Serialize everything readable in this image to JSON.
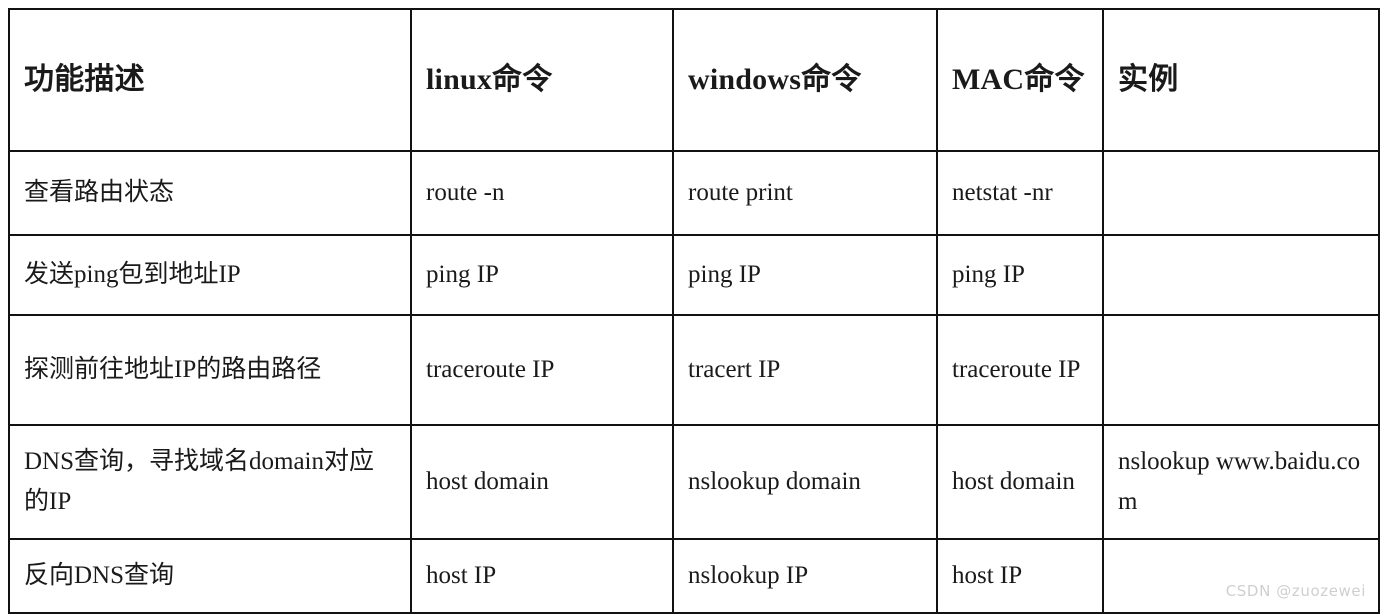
{
  "table": {
    "headers": [
      "功能描述",
      "linux命令",
      "windows命令",
      "MAC命令",
      "实例"
    ],
    "rows": [
      {
        "desc": "查看路由状态",
        "linux": "route -n",
        "windows": "route print",
        "mac": "netstat -nr",
        "example": ""
      },
      {
        "desc": "发送ping包到地址IP",
        "linux": "ping IP",
        "windows": "ping IP",
        "mac": "ping IP",
        "example": ""
      },
      {
        "desc": "探测前往地址IP的路由路径",
        "linux": "traceroute IP",
        "windows": "tracert IP",
        "mac": "traceroute IP",
        "example": ""
      },
      {
        "desc": "DNS查询，寻找域名domain对应的IP",
        "linux": "host domain",
        "windows": "nslookup domain",
        "mac": "host domain",
        "example": "nslookup www.baidu.com"
      },
      {
        "desc": "反向DNS查询",
        "linux": "host IP",
        "windows": "nslookup IP",
        "mac": "host IP",
        "example": ""
      }
    ]
  },
  "watermark": {
    "text": "CSDN @zuozewei"
  },
  "colors": {
    "border": "#121212",
    "text": "#1a1a1a",
    "background": "#ffffff",
    "watermark": "#cfcfcf"
  }
}
